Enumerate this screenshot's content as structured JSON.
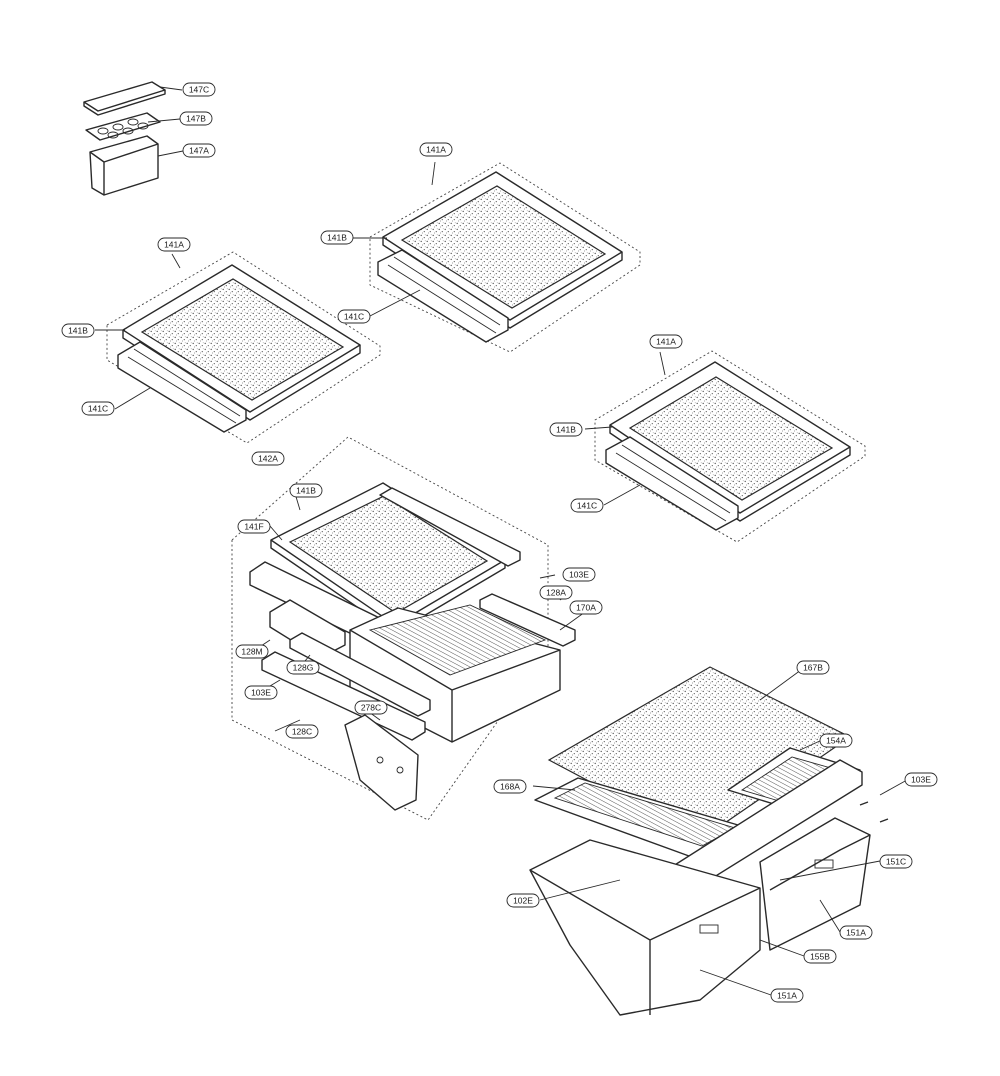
{
  "labels": {
    "l147C": "147C",
    "l147B": "147B",
    "l147A": "147A",
    "l141A_a": "141A",
    "l141B_a": "141B",
    "l141C_a": "141C",
    "l141A_b": "141A",
    "l141B_b": "141B",
    "l141C_b": "141C",
    "l141A_c": "141A",
    "l141B_c": "141B",
    "l141C_c": "141C",
    "l142A": "142A",
    "l141B_d": "141B",
    "l141F": "141F",
    "l103E_a": "103E",
    "l128A": "128A",
    "l170A": "170A",
    "l128M": "128M",
    "l128G": "128G",
    "l103E_b": "103E",
    "l278C": "278C",
    "l128C": "128C",
    "l167B": "167B",
    "l154A": "154A",
    "l168A": "168A",
    "l103E_c": "103E",
    "l151C": "151C",
    "l102E": "102E",
    "l151A_a": "151A",
    "l155B": "155B",
    "l151A_b": "151A"
  }
}
